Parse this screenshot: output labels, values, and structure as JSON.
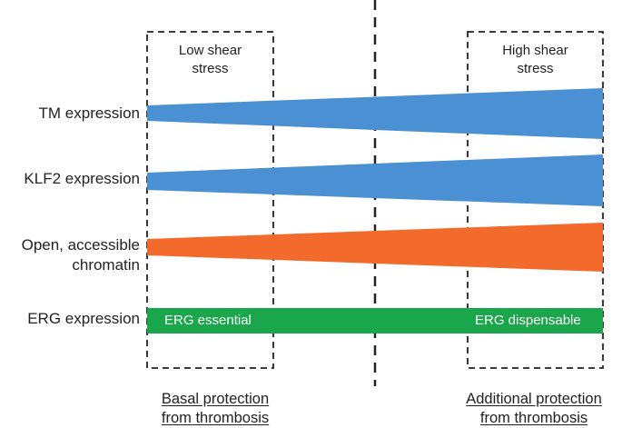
{
  "regions": {
    "low": {
      "title_line1": "Low shear",
      "title_line2": "stress"
    },
    "high": {
      "title_line1": "High shear",
      "title_line2": "stress"
    }
  },
  "rows": {
    "tm": {
      "label": "TM expression",
      "color": "#4a90d2"
    },
    "klf2": {
      "label": "KLF2 expression",
      "color": "#4a90d2"
    },
    "chromatin": {
      "label_line1": "Open, accessible",
      "label_line2": "chromatin",
      "color": "#f26b2c"
    },
    "erg": {
      "label": "ERG expression",
      "color": "#1aa64a",
      "left_text": "ERG essential",
      "right_text": "ERG dispensable"
    }
  },
  "footer": {
    "left_line1": "Basal protection",
    "left_line2": "from thrombosis",
    "right_line1": "Additional protection",
    "right_line2": "from thrombosis"
  }
}
